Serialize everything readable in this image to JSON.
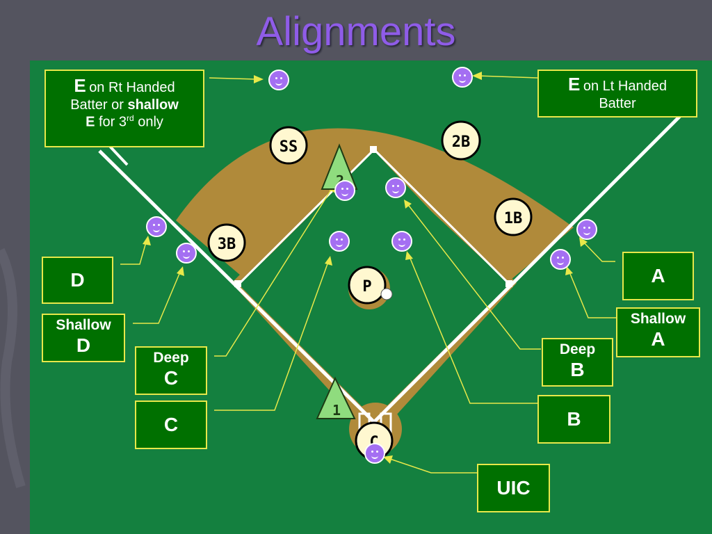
{
  "title": "Alignments",
  "colors": {
    "slide_background": "#54545f",
    "title": "#8f5ce8",
    "grass": "#14803f",
    "dirt": "#b08a3a",
    "label_box": "#007000",
    "label_border": "#e8e84a",
    "umpire": "#a46ff2",
    "pointer": "#e8e84a"
  },
  "fielders": {
    "ss": "SS",
    "second": "2B",
    "first": "1B",
    "third": "3B",
    "pitcher": "P",
    "catcher": "C"
  },
  "bases": {
    "second_base_coach": "2",
    "first_base_coach": "1"
  },
  "labels": {
    "e_rt": {
      "letter": "E",
      "line1": "on Rt Handed",
      "line2a": "Batter or ",
      "line2b": "shallow",
      "line3a": "E",
      "line3b": " for 3",
      "line3sup": "rd",
      "line3c": " only"
    },
    "e_lt": {
      "letter": "E",
      "line1": "on Lt Handed",
      "line2": "Batter"
    },
    "d": "D",
    "shallow_d": {
      "line1": "Shallow",
      "line2": "D"
    },
    "deep_c": {
      "line1": "Deep",
      "line2": "C"
    },
    "c": "C",
    "a": "A",
    "shallow_a": {
      "line1": "Shallow",
      "line2": "A"
    },
    "deep_b": {
      "line1": "Deep",
      "line2": "B"
    },
    "b": "B",
    "uic": "UIC"
  },
  "umpire_icon": "smiley-face-icon"
}
